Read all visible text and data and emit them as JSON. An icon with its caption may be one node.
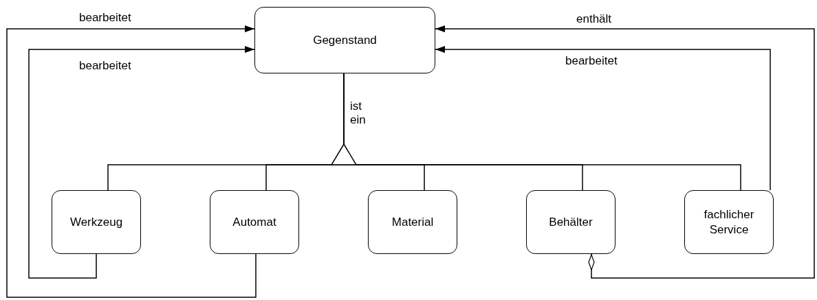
{
  "diagram": {
    "nodes": [
      {
        "text": [
          "Gegenstand"
        ]
      },
      {
        "text": [
          "Werkzeug"
        ]
      },
      {
        "text": [
          "Automat"
        ]
      },
      {
        "text": [
          "Material"
        ]
      },
      {
        "text": [
          "Behälter"
        ]
      },
      {
        "text": [
          "fachlicher Service"
        ]
      }
    ],
    "edges": [
      {
        "from": 2,
        "to": 0,
        "arrow": "to",
        "label": "bearbeitet"
      },
      {
        "from": 1,
        "to": 0,
        "arrow": "to",
        "label": "bearbeitet"
      },
      {
        "from": 4,
        "to": 0,
        "arrow": "to",
        "label": "enthält"
      },
      {
        "from": 5,
        "to": 0,
        "arrow": "to",
        "label": "bearbeitet"
      },
      {
        "from": 1,
        "to": 0,
        "arrow": "to",
        "label": "ist ein"
      },
      {
        "from": 2,
        "to": 0,
        "arrow": "to"
      },
      {
        "from": 3,
        "to": 0,
        "arrow": "to"
      },
      {
        "from": 4,
        "to": 0,
        "arrow": "to"
      },
      {
        "from": 5,
        "to": 0,
        "arrow": "to"
      }
    ]
  }
}
